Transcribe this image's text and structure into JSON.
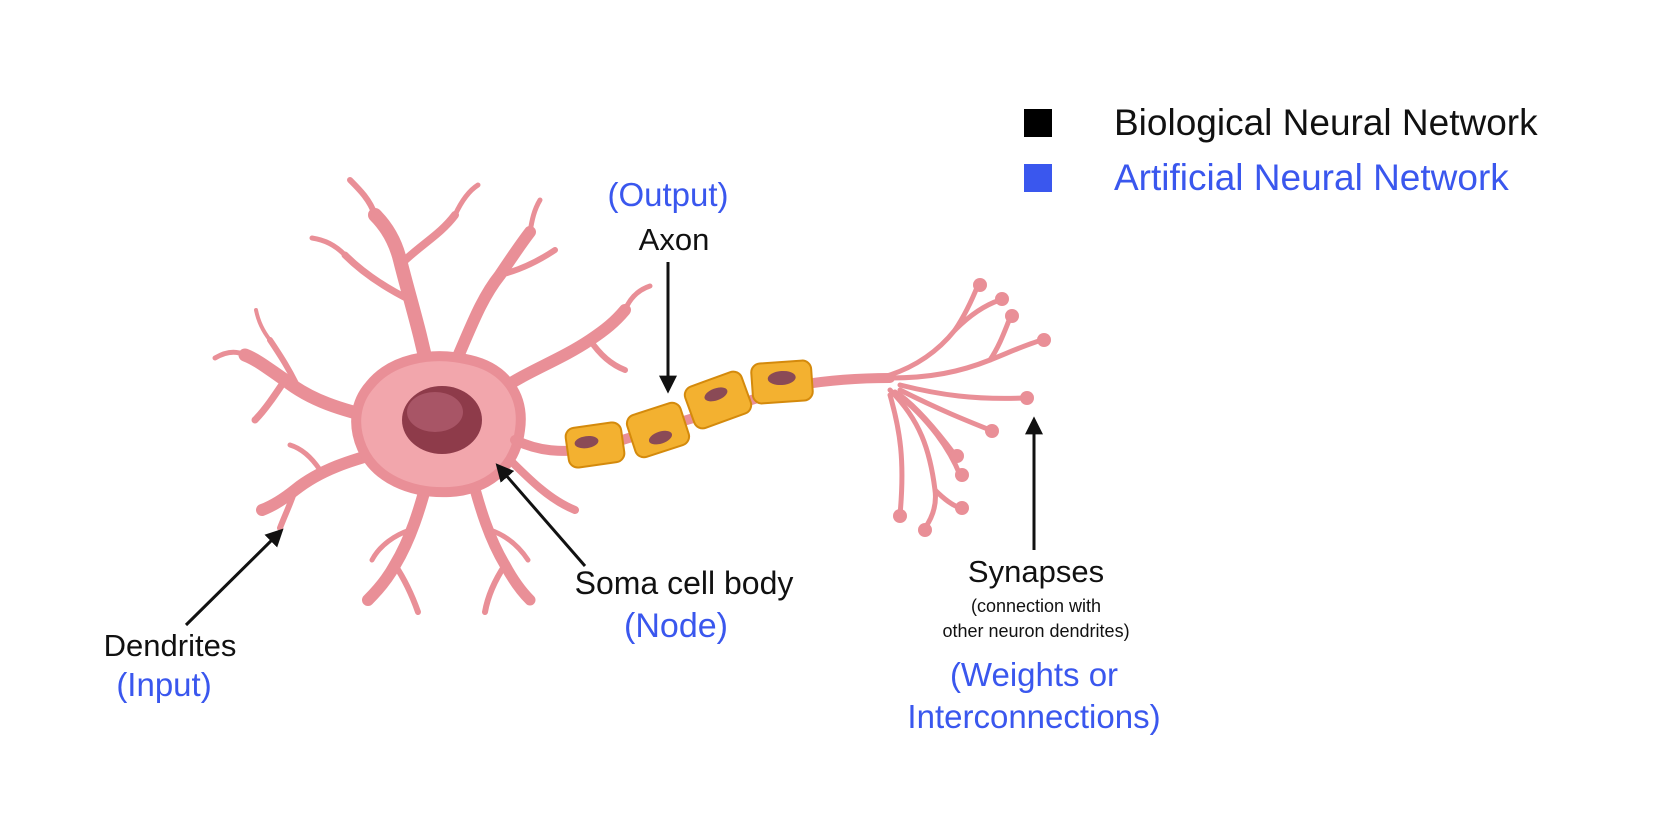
{
  "legend": {
    "items": [
      {
        "label": "Biological Neural Network",
        "color": "#000000"
      },
      {
        "label": "Artificial Neural Network",
        "color": "#3a57ee"
      }
    ]
  },
  "labels": {
    "axon": {
      "bio": "Axon",
      "ann": "(Output)"
    },
    "soma": {
      "bio": "Soma cell body",
      "ann": "(Node)"
    },
    "dendrites": {
      "bio": "Dendrites",
      "ann": "(Input)"
    },
    "synapses": {
      "bio": "Synapses",
      "note_line1": "(connection with",
      "note_line2": "other neuron dendrites)",
      "ann_line1": "(Weights or",
      "ann_line2": "Interconnections)"
    }
  },
  "colors": {
    "neuron_body": "#e98f97",
    "neuron_light": "#f2a6ac",
    "neuron_outline": "#c86a74",
    "nucleus": "#8e3b4a",
    "myelin": "#f3b130",
    "myelin_outline": "#d48a0c",
    "myelin_nucleus": "#8a4a56",
    "arrow": "#111111",
    "bio_text": "#111111",
    "ann_text": "#3a57ee"
  }
}
